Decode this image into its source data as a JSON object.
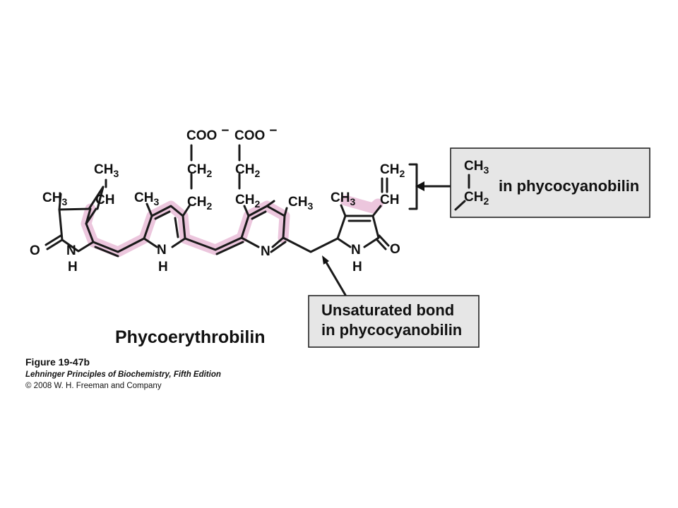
{
  "molecule": {
    "name": "Phycoerythrobilin",
    "atoms": {
      "o": "O",
      "n": "N",
      "h": "H",
      "c": "C",
      "ch": "CH",
      "ch3": "CH",
      "ch2": "CH",
      "coo": "COO",
      "charge": "−",
      "sub2": "2",
      "sub3": "3"
    }
  },
  "callouts": {
    "vinyl_box": {
      "ch3": "CH",
      "ch2": "CH",
      "sub2": "2",
      "sub3": "3",
      "label": "in phycocyanobilin"
    },
    "bond_box": {
      "line1": "Unsaturated bond",
      "line2": "in phycocyanobilin"
    }
  },
  "caption": {
    "figure": "Figure 19-47b",
    "book": "Lehninger Principles of Biochemistry, Fifth Edition",
    "copyright": "© 2008 W. H. Freeman and Company"
  },
  "colors": {
    "highlight": "#ecc6dd",
    "box_fill": "#e6e6e6",
    "ink": "#111111"
  }
}
